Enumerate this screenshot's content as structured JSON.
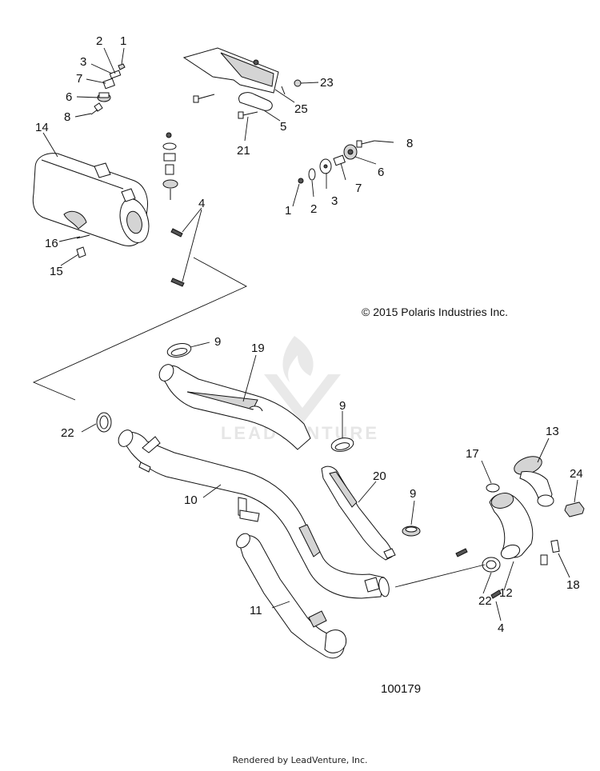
{
  "copyright": "© 2015 Polaris Industries Inc.",
  "figure_number": "100179",
  "watermark_text": "LEADVENTURE",
  "footer": "Rendered by LeadVenture, Inc.",
  "callouts": {
    "c2a": "2",
    "c1a": "1",
    "c3a": "3",
    "c7a": "7",
    "c6a": "6",
    "c8a": "8",
    "c14": "14",
    "c16": "16",
    "c15": "15",
    "c4a": "4",
    "c23": "23",
    "c25": "25",
    "c5": "5",
    "c21": "21",
    "c8b": "8",
    "c6b": "6",
    "c7b": "7",
    "c3b": "3",
    "c2b": "2",
    "c1b": "1",
    "c9a": "9",
    "c19": "19",
    "c9b": "9",
    "c22a": "22",
    "c10": "10",
    "c20": "20",
    "c9c": "9",
    "c11": "11",
    "c17": "17",
    "c13": "13",
    "c24": "24",
    "c12": "12",
    "c22b": "22",
    "c18": "18",
    "c4b": "4"
  }
}
